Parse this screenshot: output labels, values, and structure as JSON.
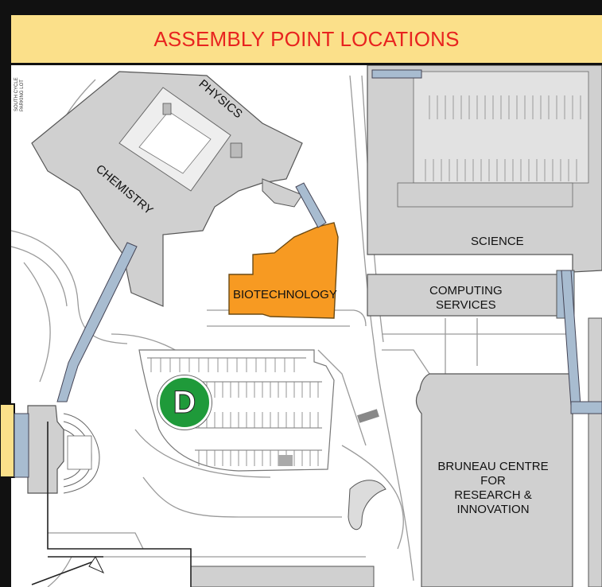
{
  "header": {
    "title": "ASSEMBLY POINT LOCATIONS"
  },
  "colors": {
    "title_band": "#fbe08a",
    "title_text": "#e8231f",
    "building_fill": "#d0d0d0",
    "highlight_building": "#f79a22",
    "walkway": "#a8bcd0",
    "assembly_badge": "#1f9a3a"
  },
  "buildings": {
    "physics": "PHYSICS",
    "chemistry": "CHEMISTRY",
    "science": "SCIENCE",
    "biotechnology": "BIOTECHNOLOGY",
    "computing_services": [
      "COMPUTING",
      "SERVICES"
    ],
    "bruneau_centre": [
      "BRUNEAU CENTRE",
      "FOR",
      "RESEARCH &",
      "INNOVATION"
    ]
  },
  "assembly_point": {
    "letter": "D",
    "icon": "assembly-point-marker"
  },
  "small_labels": {
    "parking_lot": [
      "SOUTH CYCLE",
      "PARKING LOT"
    ]
  }
}
